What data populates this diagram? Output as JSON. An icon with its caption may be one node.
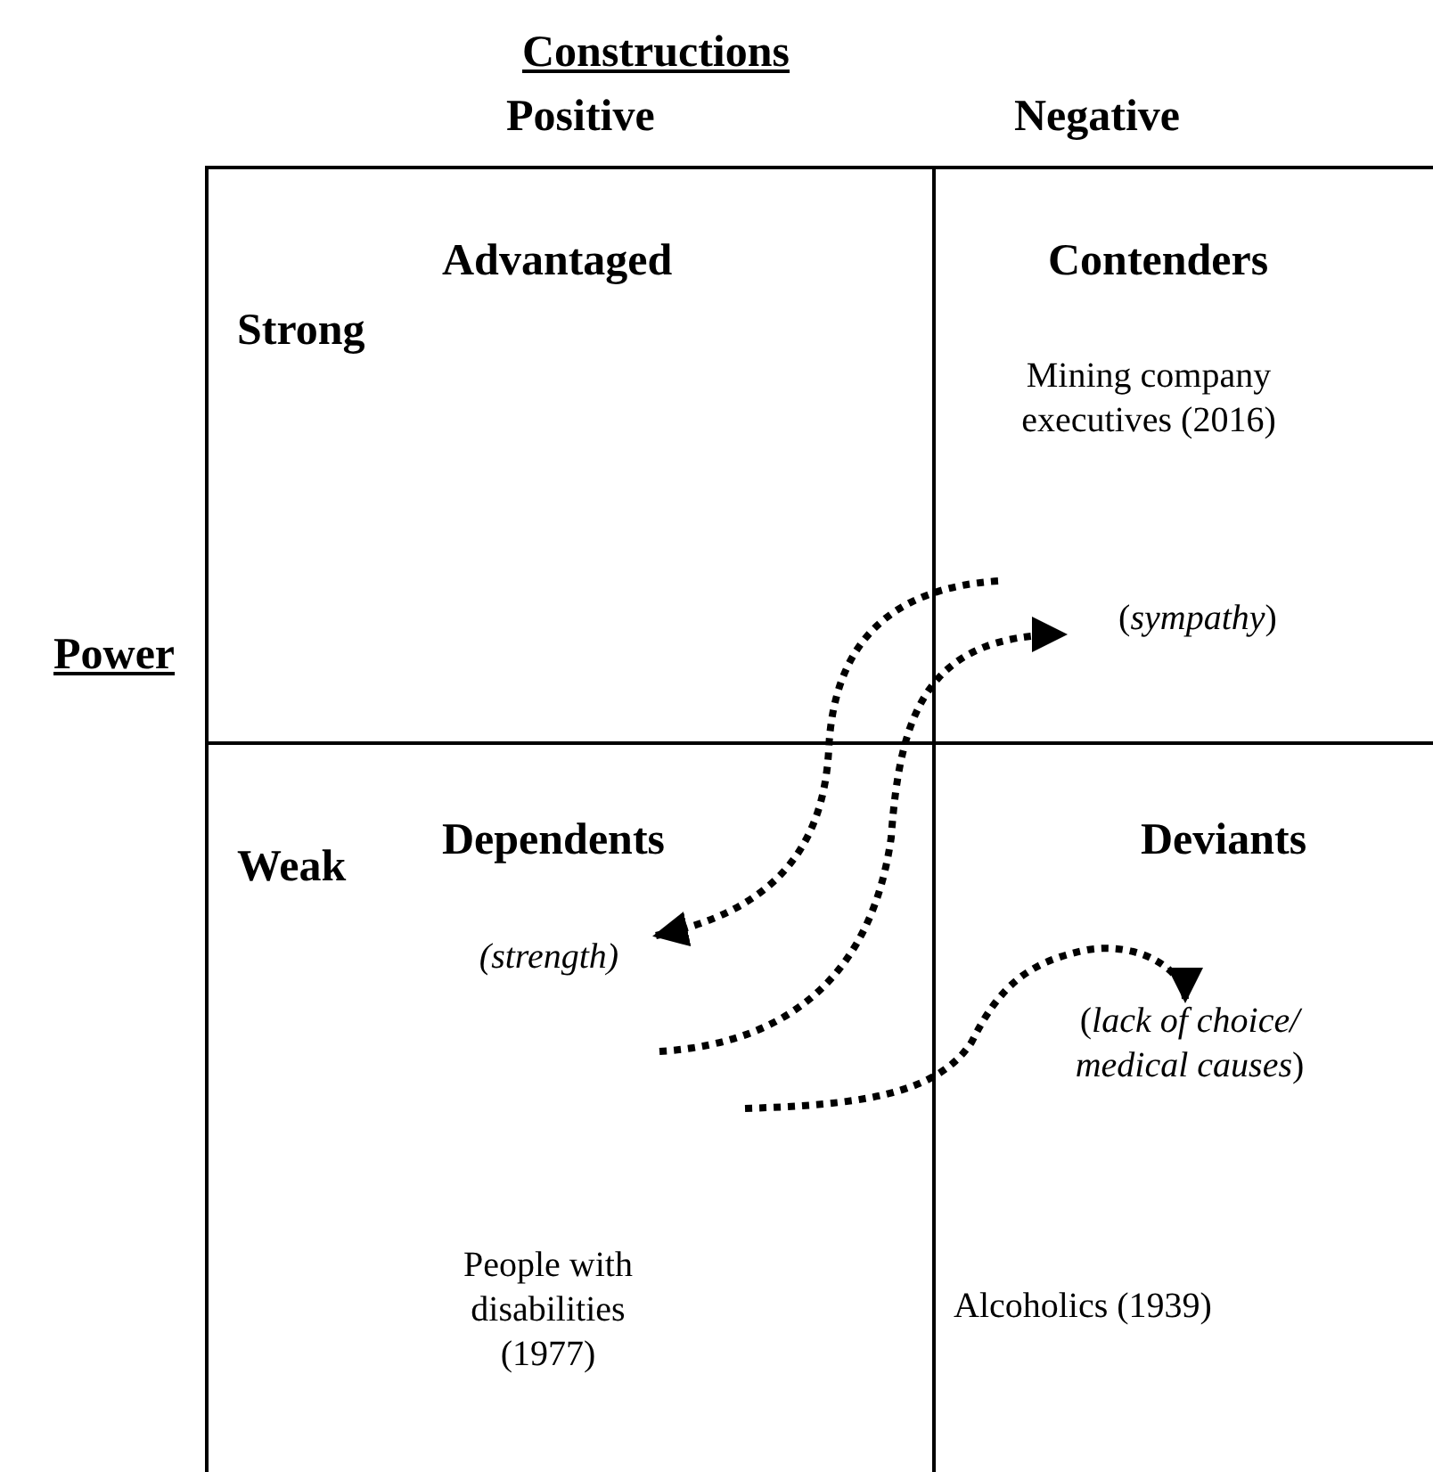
{
  "diagram": {
    "nodes": [
      {
        "text": [
          "Advantaged"
        ]
      },
      {
        "text": [
          "Contenders",
          "Mining company executives (2016)"
        ]
      },
      {
        "text": [
          "(*sympathy*)"
        ],
        "in": 1
      },
      {
        "text": [
          "Dependents",
          "People with disabilities (1977)"
        ]
      },
      {
        "text": [
          "*(strength)*"
        ],
        "in": 3
      },
      {
        "text": [
          "Deviants",
          "Alcoholics (1939)"
        ]
      },
      {
        "text": [
          "(*lack of choice/ medical causes*)"
        ],
        "in": 5
      }
    ],
    "edges": [
      {
        "from": null,
        "to": 4,
        "arrow": "to",
        "style": "dashed"
      },
      {
        "from": null,
        "to": 2,
        "arrow": "to",
        "style": "dashed"
      },
      {
        "from": null,
        "to": 6,
        "arrow": "to",
        "style": "dashed"
      }
    ],
    "labels": [
      "Constructions",
      "Positive",
      "Negative",
      "Strong",
      "Power",
      "Weak"
    ]
  }
}
